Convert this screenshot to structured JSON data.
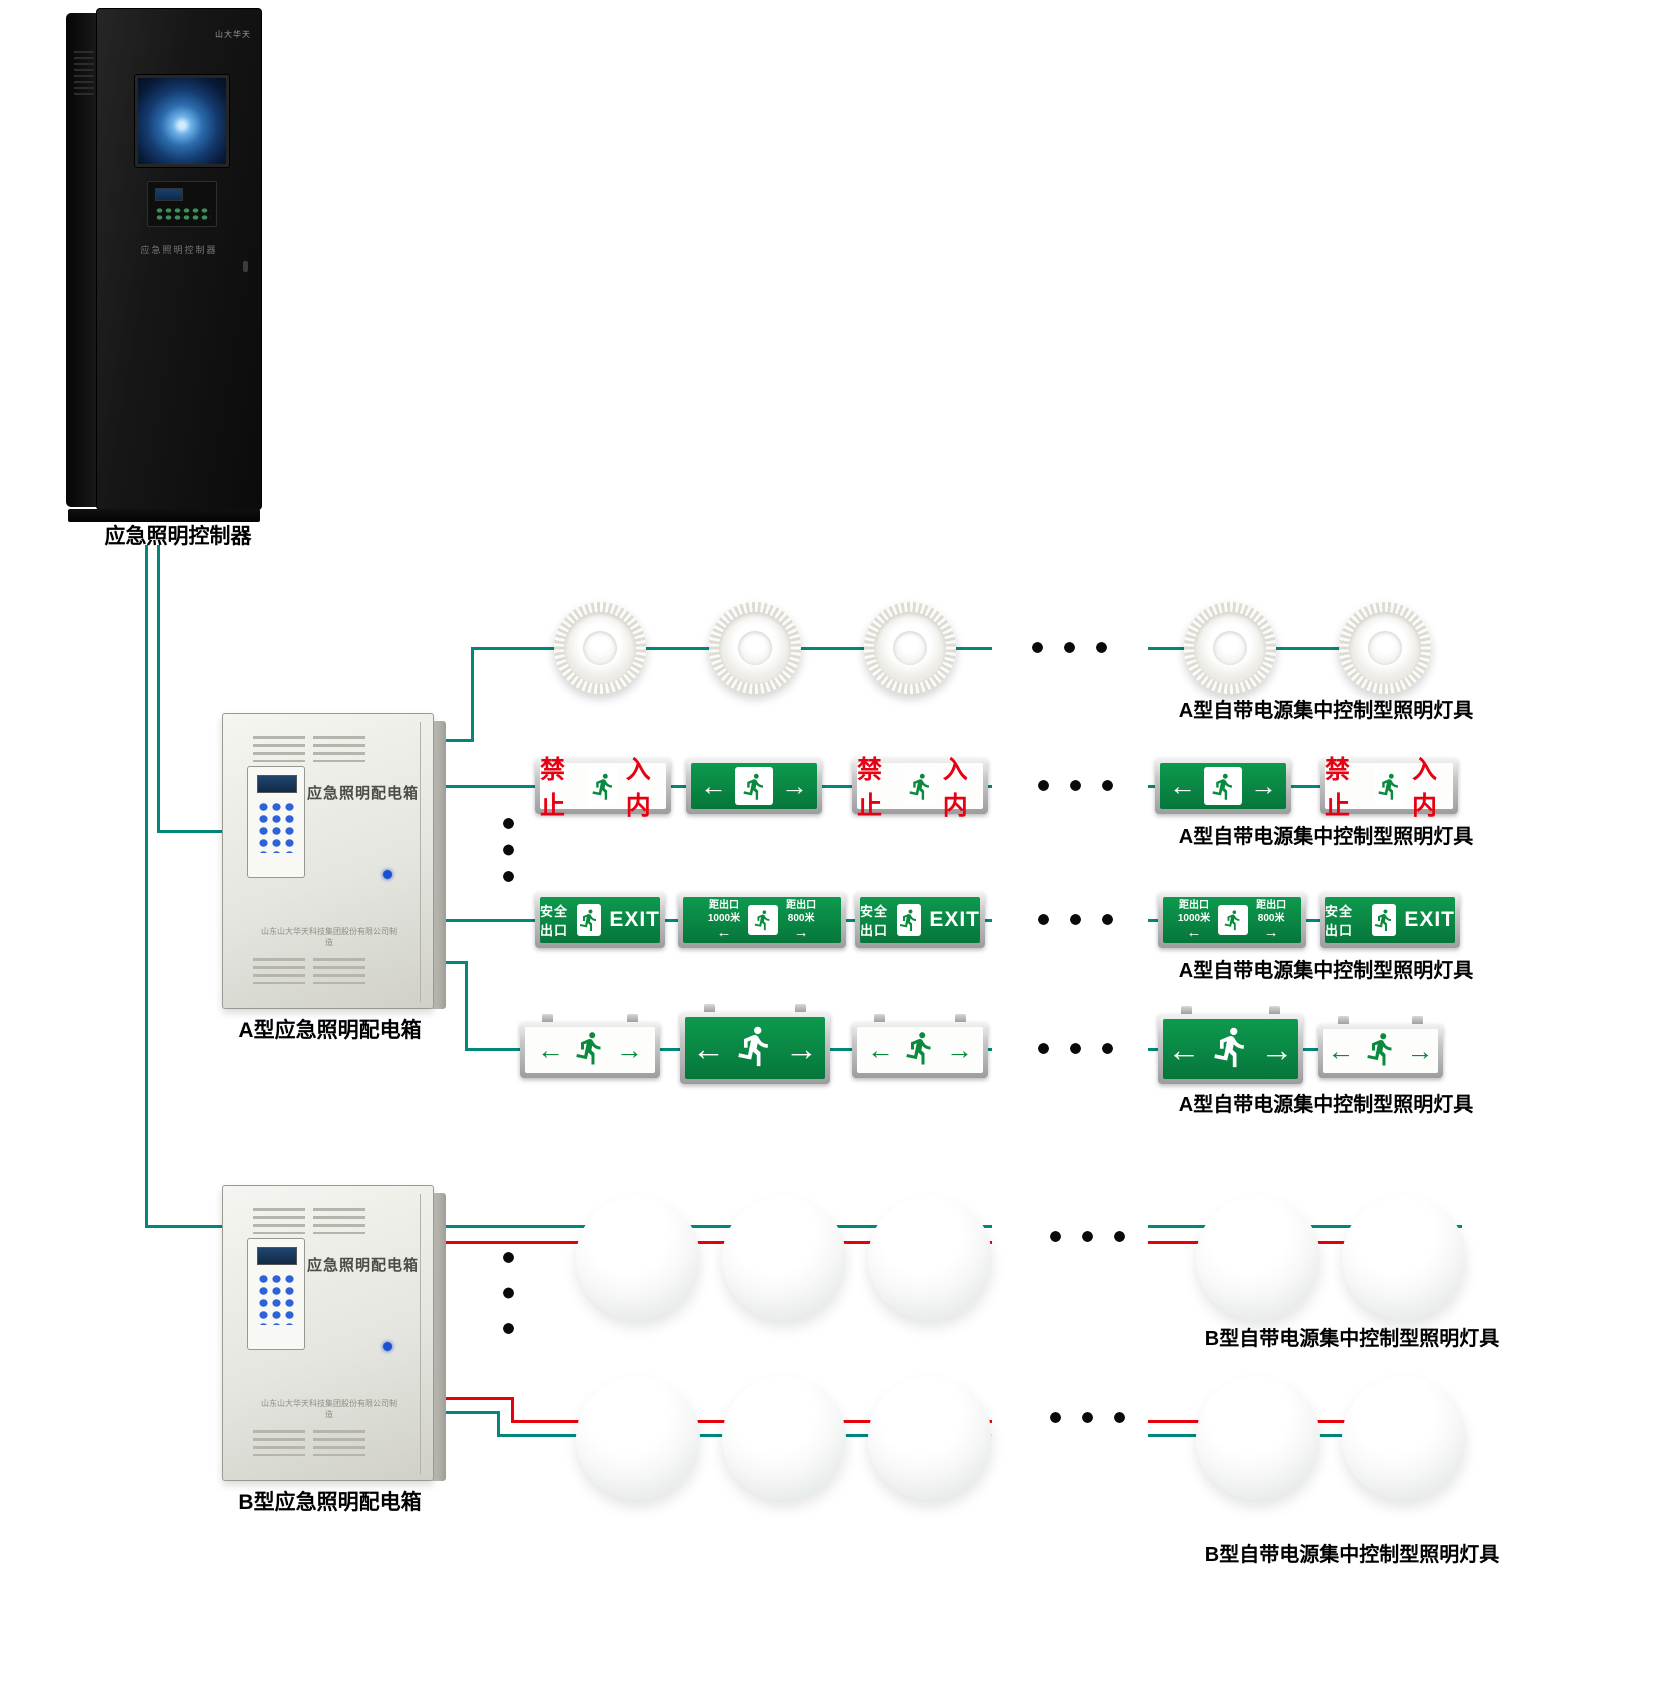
{
  "controller": {
    "label": "应急照明控制器",
    "door_text": "应急照明控制器",
    "brand": "山大华天"
  },
  "box_a": {
    "label": "A型应急照明配电箱",
    "title": "应急照明配电箱",
    "footer": "山东山大华天科技集团股份有限公司制造"
  },
  "box_b": {
    "label": "B型应急照明配电箱",
    "title": "应急照明配电箱",
    "footer": "山东山大华天科技集团股份有限公司制造"
  },
  "row_labels": {
    "row1": "A型自带电源集中控制型照明灯具",
    "row2": "A型自带电源集中控制型照明灯具",
    "row3": "A型自带电源集中控制型照明灯具",
    "row4": "A型自带电源集中控制型照明灯具",
    "row5": "B型自带电源集中控制型照明灯具",
    "row6": "B型自带电源集中控制型照明灯具"
  },
  "signs": {
    "no_entry_left": "禁止",
    "no_entry_right": "入内",
    "exit_cn": "安全出口",
    "exit_en": "EXIT",
    "dist_a_line1": "距出口",
    "dist_a_line2": "1000米",
    "dist_b_line1": "距出口",
    "dist_b_line2": "800米",
    "arrow_left": "←",
    "arrow_right": "→"
  },
  "colors": {
    "wire_teal": "#00897b",
    "wire_red": "#e8000d",
    "sign_green": "#0a8a3e",
    "sign_red": "#e60012"
  }
}
